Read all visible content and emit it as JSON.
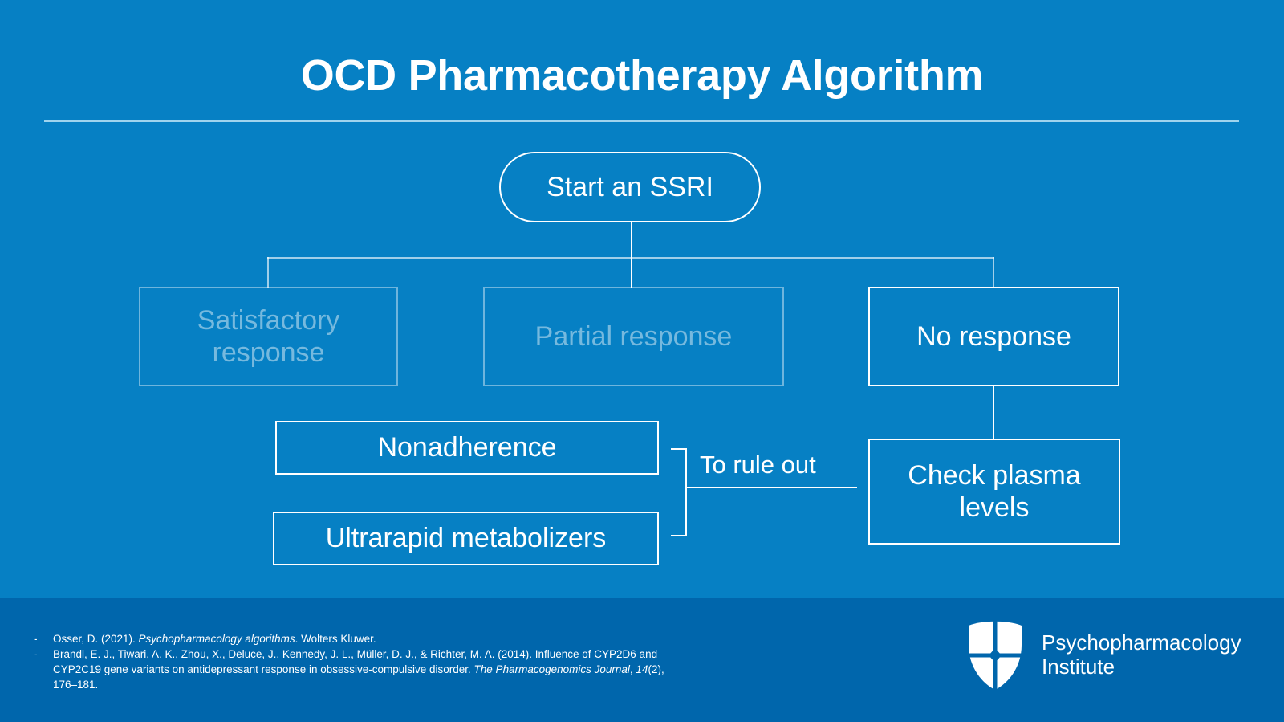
{
  "slide": {
    "title": "OCD Pharmacotherapy Algorithm",
    "background_color": "#0680c4",
    "footer_color": "#0066ac",
    "accent_rule_color": "#9fd4ee"
  },
  "flowchart": {
    "nodes": {
      "start": "Start an SSRI",
      "satisfactory": "Satisfactory response",
      "partial": "Partial response",
      "no_response": "No response",
      "nonadherence": "Nonadherence",
      "ultrarapid": "Ultrarapid metabolizers",
      "check_plasma": "Check plasma levels"
    },
    "labels": {
      "rule_out": "To rule out"
    }
  },
  "footer": {
    "references": [
      {
        "bullet": "-",
        "parts": [
          {
            "text": "Osser, D. (2021). ",
            "style": "normal"
          },
          {
            "text": "Psychopharmacology algorithms",
            "style": "italic"
          },
          {
            "text": ". Wolters Kluwer.",
            "style": "normal"
          }
        ]
      },
      {
        "bullet": "-",
        "parts": [
          {
            "text": "Brandl, E. J., Tiwari, A. K., Zhou, X., Deluce, J., Kennedy, J. L., Müller, D. J., & Richter, M. A. (2014). Influence of CYP2D6 and CYP2C19 gene variants on antidepressant response in obsessive-compulsive disorder. ",
            "style": "normal"
          },
          {
            "text": "The Pharmacogenomics Journal",
            "style": "italic"
          },
          {
            "text": ", ",
            "style": "normal"
          },
          {
            "text": "14",
            "style": "italic"
          },
          {
            "text": "(2), 176–181.",
            "style": "normal"
          }
        ]
      }
    ],
    "brand": {
      "line1": "Psychopharmacology",
      "line2": "Institute",
      "logo_icon": "shield-cross-icon"
    }
  }
}
